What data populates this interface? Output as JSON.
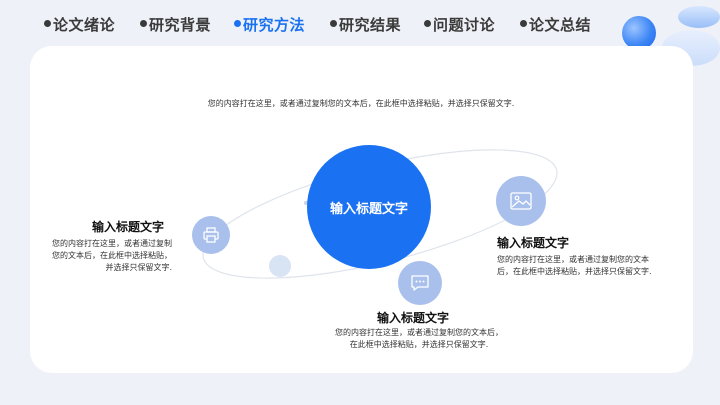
{
  "nav": {
    "items": [
      {
        "label": "论文绪论",
        "active": false
      },
      {
        "label": "研究背景",
        "active": false
      },
      {
        "label": "研究方法",
        "active": true
      },
      {
        "label": "研究结果",
        "active": false
      },
      {
        "label": "问题讨论",
        "active": false
      },
      {
        "label": "论文总结",
        "active": false
      }
    ]
  },
  "top_desc": "您的内容打在这里，或者通过复制您的文本后，在此框中选择粘贴，并选择只保留文字.",
  "center_title": "输入标题文字",
  "blocks": {
    "left": {
      "title": "输入标题文字",
      "text": "您的内容打在这里，或者通过复制您的文本后，在此框中选择粘贴，并选择只保留文字.",
      "icon": "printer-icon"
    },
    "right": {
      "title": "输入标题文字",
      "text": "您的内容打在这里，或者通过复制您的文本后，在此框中选择粘贴，并选择只保留文字.",
      "icon": "image-icon"
    },
    "bottom": {
      "title": "输入标题文字",
      "text": "您的内容打在这里，或者通过复制您的文本后，在此框中选择粘贴，并选择只保留文字.",
      "icon": "chat-bubble-icon"
    }
  },
  "colors": {
    "accent": "#1a72f2",
    "icon_circle": "#a9c0ec",
    "nav_text": "#3a3a3a"
  }
}
